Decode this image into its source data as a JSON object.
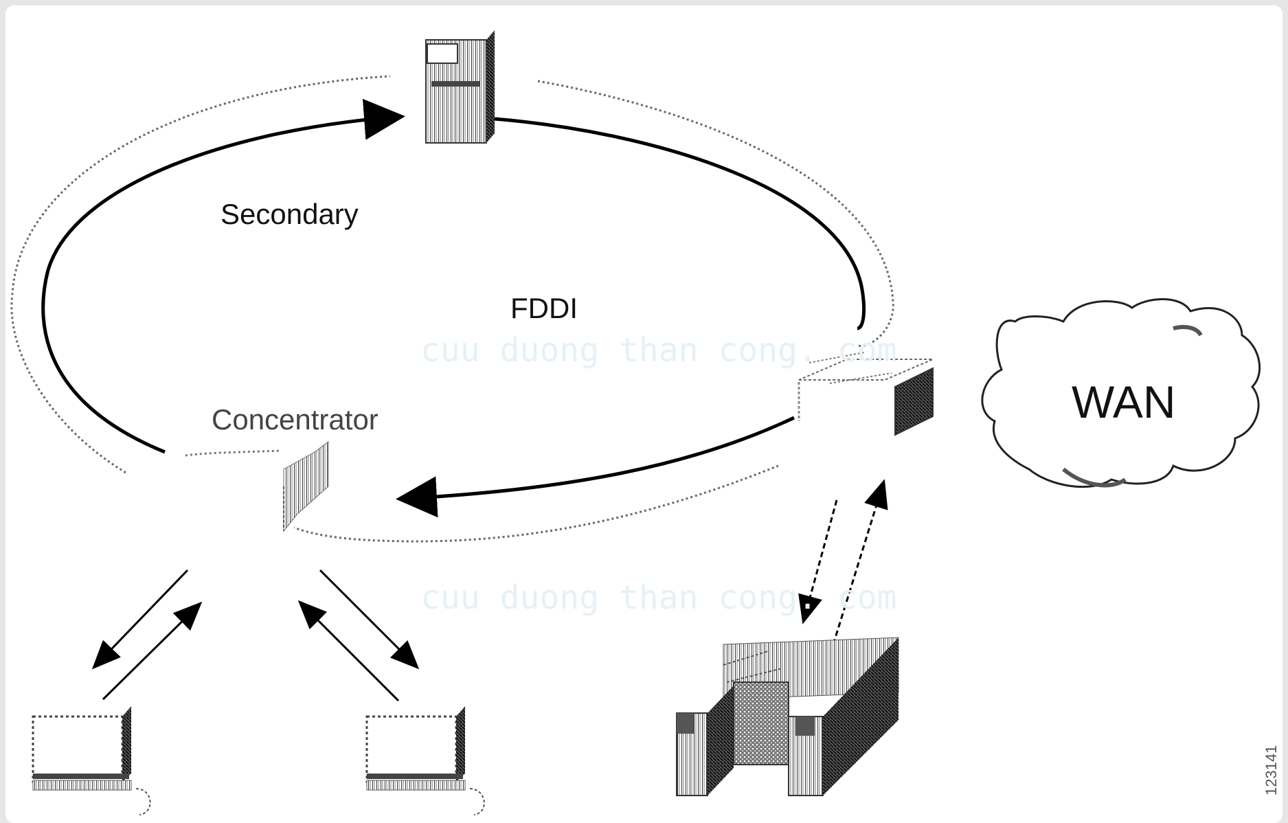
{
  "diagram": {
    "labels": {
      "secondary": "Secondary",
      "fddi": "FDDI",
      "concentrator": "Concentrator",
      "wan": "WAN"
    },
    "watermark": {
      "line1": "cuu duong than cong. com",
      "line2": "cuu duong than cong. com"
    },
    "side_code": "123141"
  }
}
